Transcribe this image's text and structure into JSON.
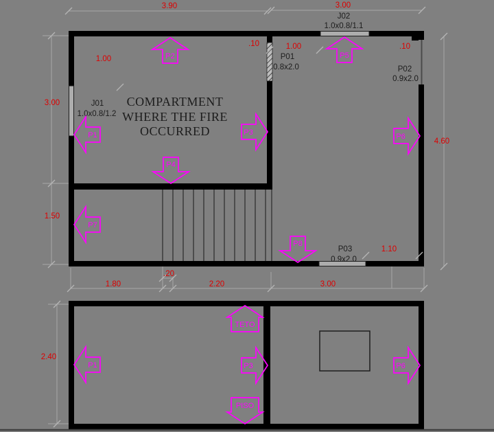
{
  "colors": {
    "background": "#808080",
    "wall_black": "#000000",
    "dimension_red": "#dd0000",
    "arrow_magenta": "#ff00ff",
    "label_black": "#1c1c1c",
    "aux_gray": "#a8a8a8",
    "opening_fill": "#adadad"
  },
  "plan": {
    "title_line1": "COMPARTMENT",
    "title_line2": "WHERE THE FIRE",
    "title_line3": "OCCURRED",
    "windows": {
      "j01_name": "J01",
      "j01_size": "1.0x0.8/1.2",
      "j02_name": "J02",
      "j02_size": "1.0x0.8/1.1"
    },
    "doors": {
      "p01_name": "P01",
      "p01_size": "0.8x2.0",
      "p02_name": "P02",
      "p02_size": "0.9x2.0",
      "p03_name": "P03",
      "p03_size": "0.9x2.0"
    },
    "dims": {
      "top_width": "3.90",
      "top_right_width": "3.00",
      "left_upper_height": "3.00",
      "left_lower_height": "1.50",
      "right_height": "4.60",
      "window_offset": "1.00",
      "wall_thk_left": ".10",
      "door_offset": "1.00",
      "wall_thk_right": ".10",
      "p03_to_wall": "1.10",
      "stair_tread": ".20",
      "bottom_seg1": "1.80",
      "bottom_seg2": "2.20",
      "bottom_seg3": "3.00"
    },
    "arrows": {
      "p1": "P1",
      "p2": "P2",
      "p3": "P3",
      "p4": "P4",
      "p5": "P5",
      "p6": "P6",
      "p7": "P7",
      "p8": "P8"
    }
  },
  "section": {
    "dims": {
      "height": "2.40"
    },
    "arrows": {
      "p1": "P1",
      "p3": "P3",
      "p6": "P6",
      "ceiling": "TETO",
      "floor": "PISO"
    }
  }
}
